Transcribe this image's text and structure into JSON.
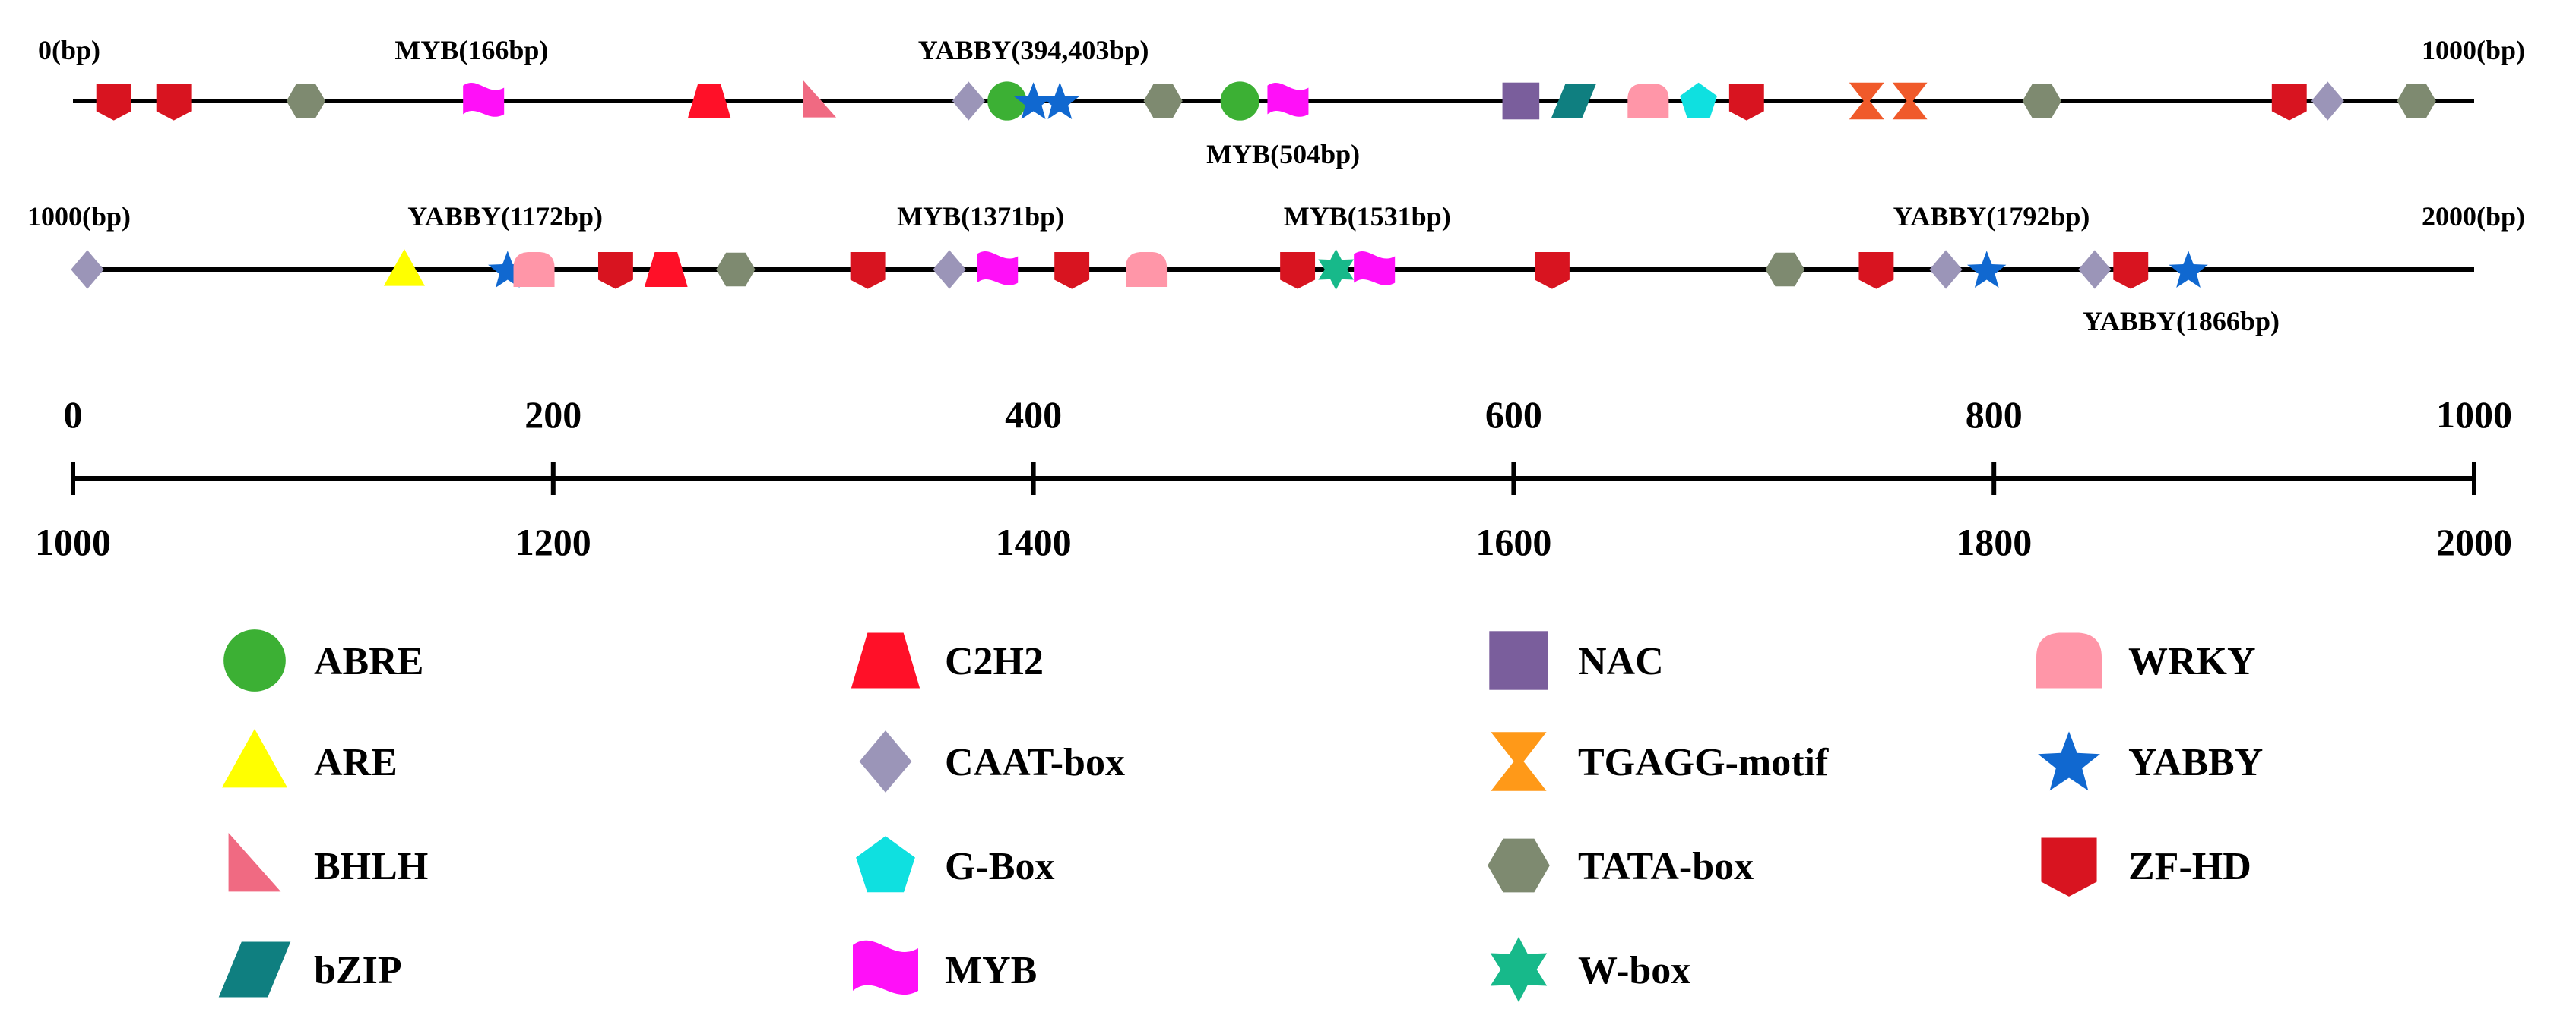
{
  "tracks": [
    {
      "start_label": "0(bp)",
      "end_label": "1000(bp)",
      "range": [
        0,
        1000
      ],
      "annotations": [
        {
          "text": "MYB(166bp)",
          "pos": 166,
          "placement": "above"
        },
        {
          "text": "YABBY(394,403bp)",
          "pos": 400,
          "placement": "above"
        },
        {
          "text": "MYB(504bp)",
          "pos": 504,
          "placement": "below"
        }
      ],
      "elements": [
        {
          "type": "ZF-HD",
          "pos": 17
        },
        {
          "type": "ZF-HD",
          "pos": 42
        },
        {
          "type": "TATA-box",
          "pos": 97
        },
        {
          "type": "MYB",
          "pos": 171
        },
        {
          "type": "C2H2",
          "pos": 265
        },
        {
          "type": "BHLH",
          "pos": 311
        },
        {
          "type": "CAAT-box",
          "pos": 373
        },
        {
          "type": "ABRE",
          "pos": 389
        },
        {
          "type": "YABBY",
          "pos": 400
        },
        {
          "type": "YABBY",
          "pos": 411
        },
        {
          "type": "TATA-box",
          "pos": 454
        },
        {
          "type": "ABRE",
          "pos": 486
        },
        {
          "type": "MYB",
          "pos": 506
        },
        {
          "type": "NAC",
          "pos": 603
        },
        {
          "type": "bZIP",
          "pos": 625
        },
        {
          "type": "WRKY",
          "pos": 656
        },
        {
          "type": "G-Box",
          "pos": 677
        },
        {
          "type": "ZF-HD",
          "pos": 697
        },
        {
          "type": "TGAGG-motif",
          "pos": 747
        },
        {
          "type": "TGAGG-motif",
          "pos": 765
        },
        {
          "type": "TATA-box",
          "pos": 820
        },
        {
          "type": "ZF-HD",
          "pos": 923
        },
        {
          "type": "CAAT-box",
          "pos": 939
        },
        {
          "type": "TATA-box",
          "pos": 976
        }
      ]
    },
    {
      "start_label": "1000(bp)",
      "end_label": "2000(bp)",
      "range": [
        1000,
        2000
      ],
      "annotations": [
        {
          "text": "YABBY(1172bp)",
          "pos": 1180,
          "placement": "above"
        },
        {
          "text": "MYB(1371bp)",
          "pos": 1378,
          "placement": "above"
        },
        {
          "text": "MYB(1531bp)",
          "pos": 1539,
          "placement": "above"
        },
        {
          "text": "YABBY(1792bp)",
          "pos": 1799,
          "placement": "above"
        },
        {
          "text": "YABBY(1866bp)",
          "pos": 1878,
          "placement": "below"
        }
      ],
      "elements": [
        {
          "type": "CAAT-box",
          "pos": 1006
        },
        {
          "type": "ARE",
          "pos": 1138
        },
        {
          "type": "YABBY",
          "pos": 1181
        },
        {
          "type": "WRKY",
          "pos": 1192
        },
        {
          "type": "ZF-HD",
          "pos": 1226
        },
        {
          "type": "C2H2",
          "pos": 1247
        },
        {
          "type": "TATA-box",
          "pos": 1276
        },
        {
          "type": "ZF-HD",
          "pos": 1331
        },
        {
          "type": "CAAT-box",
          "pos": 1365
        },
        {
          "type": "MYB",
          "pos": 1385
        },
        {
          "type": "ZF-HD",
          "pos": 1416
        },
        {
          "type": "WRKY",
          "pos": 1447
        },
        {
          "type": "ZF-HD",
          "pos": 1510
        },
        {
          "type": "W-box",
          "pos": 1526
        },
        {
          "type": "MYB",
          "pos": 1542
        },
        {
          "type": "ZF-HD",
          "pos": 1616
        },
        {
          "type": "TATA-box",
          "pos": 1713
        },
        {
          "type": "ZF-HD",
          "pos": 1751
        },
        {
          "type": "CAAT-box",
          "pos": 1780
        },
        {
          "type": "YABBY",
          "pos": 1797
        },
        {
          "type": "CAAT-box",
          "pos": 1842
        },
        {
          "type": "ZF-HD",
          "pos": 1857
        },
        {
          "type": "YABBY",
          "pos": 1881
        }
      ]
    }
  ],
  "scale_bar": {
    "top_ticks": [
      "0",
      "200",
      "400",
      "600",
      "800",
      "1000"
    ],
    "bottom_ticks": [
      "1000",
      "1200",
      "1400",
      "1600",
      "1800",
      "2000"
    ]
  },
  "legend": {
    "columns": [
      [
        "ABRE",
        "ARE",
        "BHLH",
        "bZIP"
      ],
      [
        "C2H2",
        "CAAT-box",
        "G-Box",
        "MYB"
      ],
      [
        "NAC",
        "TGAGG-motif",
        "TATA-box",
        "W-box"
      ],
      [
        "WRKY",
        "YABBY",
        "ZF-HD"
      ]
    ]
  },
  "colors": {
    "ABRE": "#3cb034",
    "ARE": "#ffff00",
    "BHLH": "#f06a82",
    "bZIP": "#0f7f80",
    "C2H2": "#ff1028",
    "CAAT-box": "#9b95b8",
    "G-Box": "#0fe0e0",
    "MYB": "#ff10f8",
    "NAC": "#7a5e9c",
    "TGAGG-motif": "#ff9918",
    "TGAGG-motif-track": "#f05a2a",
    "TATA-box": "#7e8a70",
    "W-box": "#17b98a",
    "WRKY": "#ff96a8",
    "YABBY": "#1068d0",
    "ZF-HD": "#d81420"
  },
  "shapes": {
    "ABRE": "circle",
    "ARE": "triangle",
    "BHLH": "right-triangle",
    "bZIP": "parallelogram",
    "C2H2": "trapezoid",
    "CAAT-box": "diamond",
    "G-Box": "pentagon",
    "MYB": "wave-flag",
    "NAC": "square",
    "TGAGG-motif": "hourglass",
    "TATA-box": "hexagon",
    "W-box": "six-point-star",
    "WRKY": "rounded-pentagon",
    "YABBY": "five-point-star",
    "ZF-HD": "shield"
  }
}
